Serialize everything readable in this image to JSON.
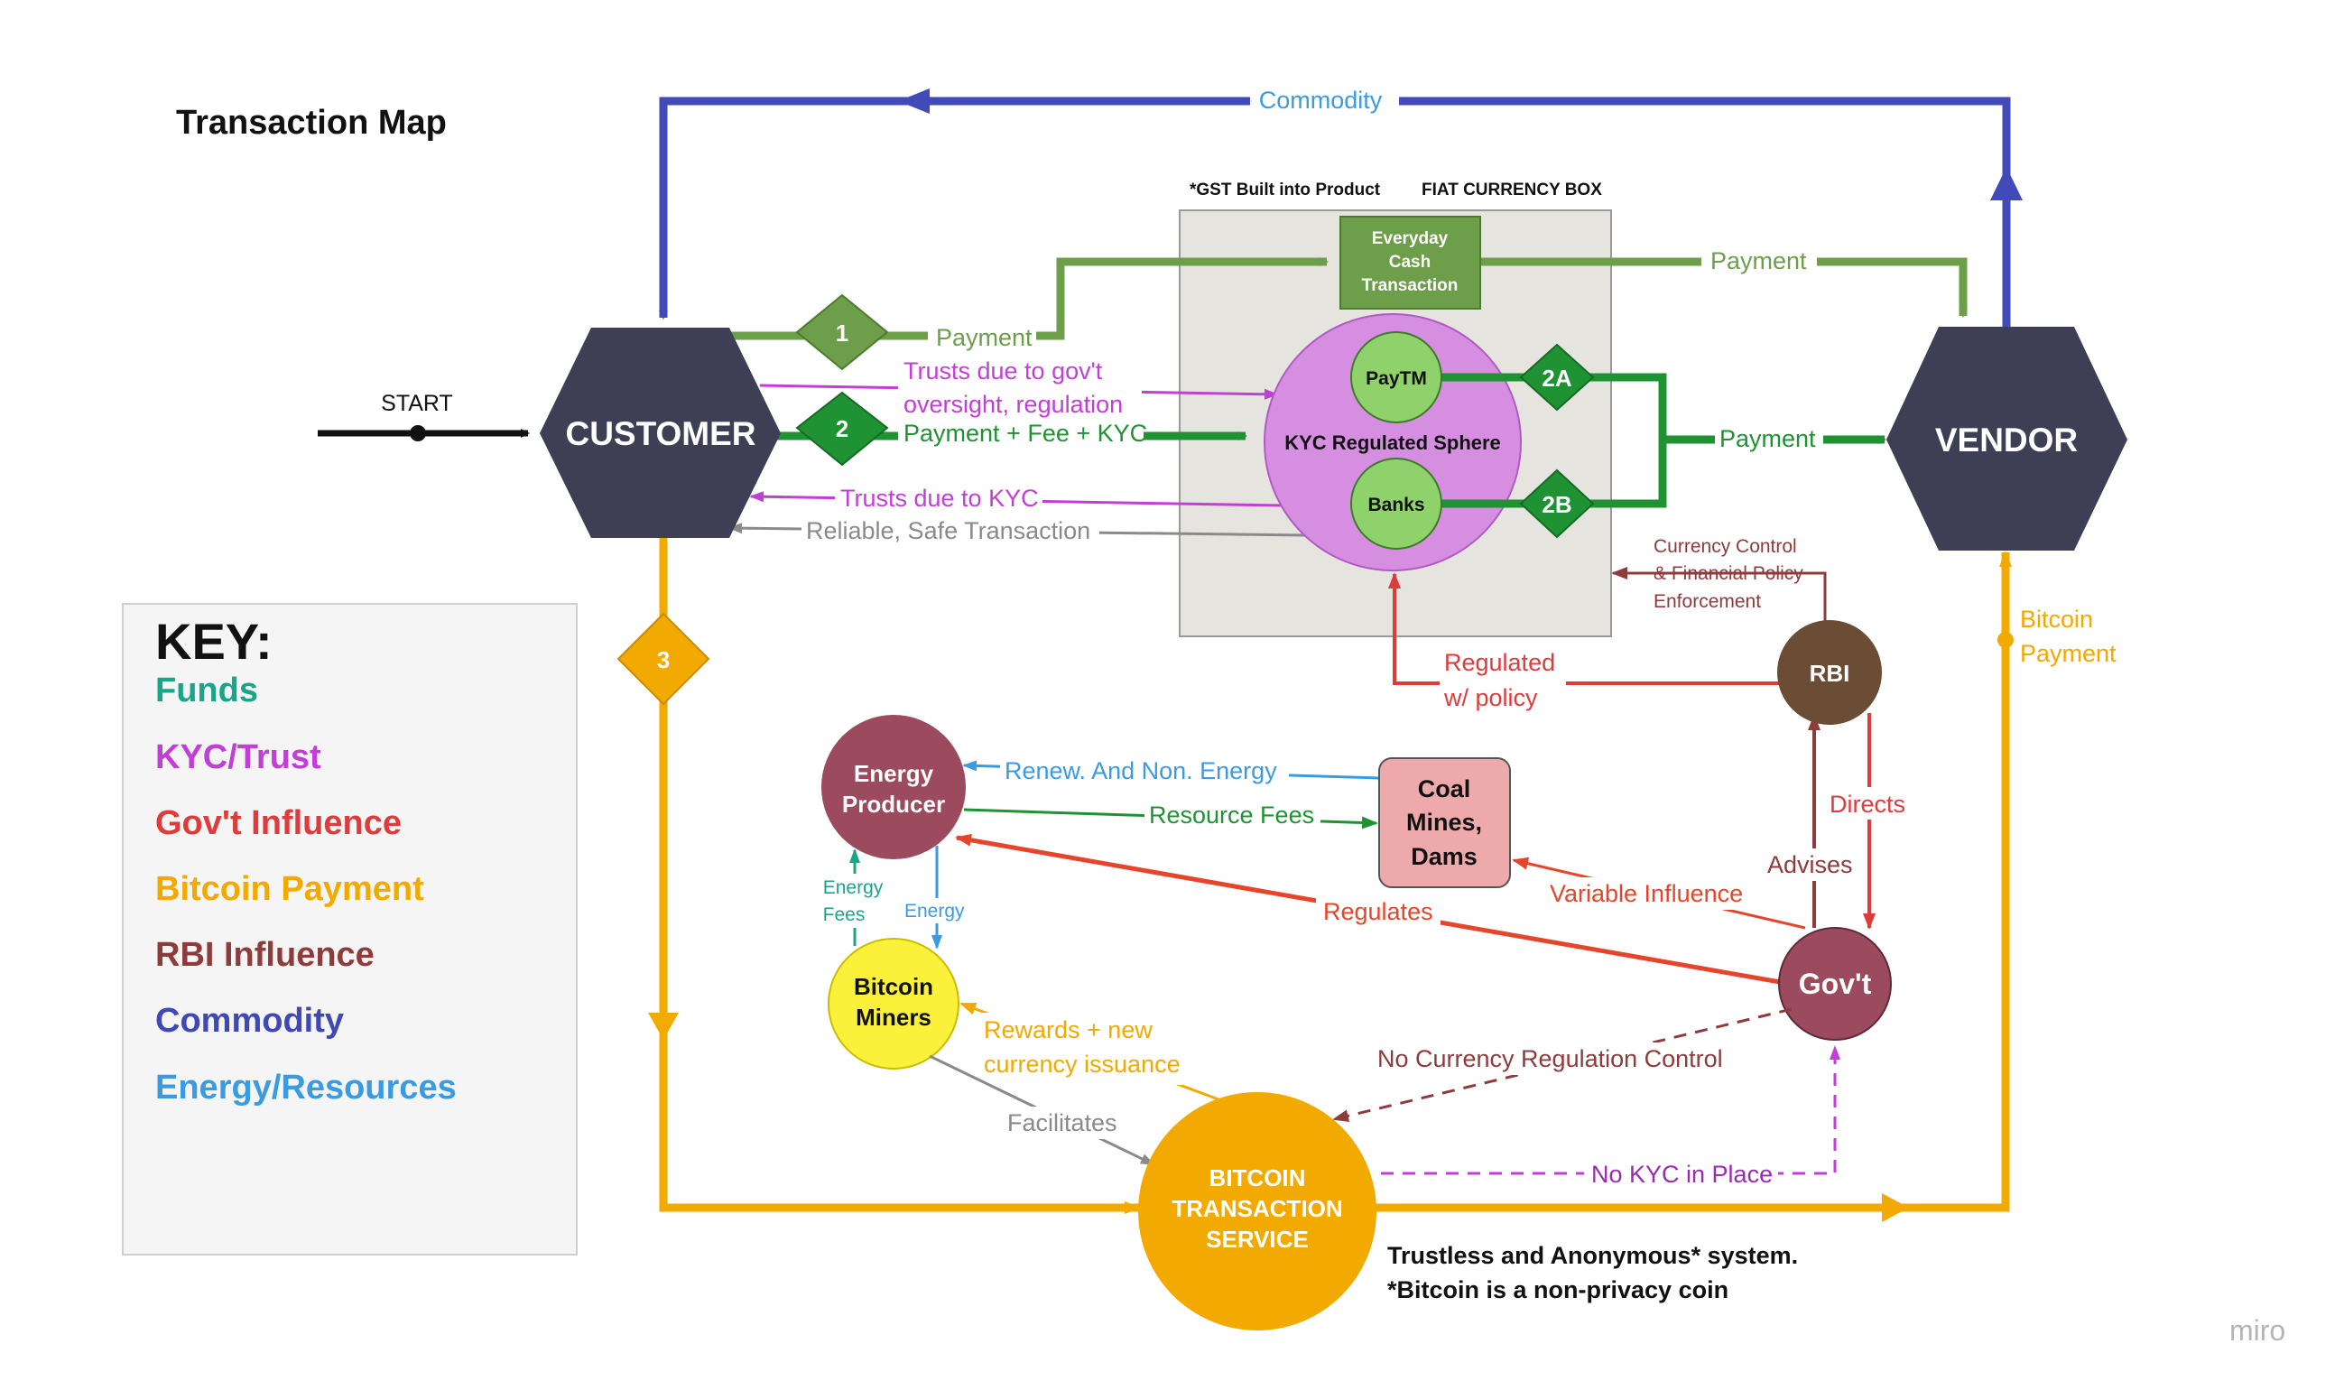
{
  "title": "Transaction Map",
  "start_label": "START",
  "gst_note": "*GST Built into Product",
  "fiat_box_label": "FIAT CURRENCY BOX",
  "nodes": {
    "customer": "CUSTOMER",
    "vendor": "VENDOR",
    "everyday_cash": [
      "Everyday",
      "Cash",
      "Transaction"
    ],
    "kyc_sphere": "KYC Regulated Sphere",
    "paytm": "PayTM",
    "banks": "Banks",
    "rbi": "RBI",
    "govt": "Gov't",
    "energy_producer": [
      "Energy",
      "Producer"
    ],
    "coal": [
      "Coal",
      "Mines,",
      "Dams"
    ],
    "bitcoin_miners": [
      "Bitcoin",
      "Miners"
    ],
    "bts": [
      "BITCOIN",
      "TRANSACTION",
      "SERVICE"
    ]
  },
  "badges": {
    "b1": "1",
    "b2": "2",
    "b2a": "2A",
    "b2b": "2B",
    "b3": "3"
  },
  "edge_labels": {
    "commodity": "Commodity",
    "payment_1": "Payment",
    "payment_cash_vendor": "Payment",
    "trusts_gov": [
      "Trusts due to gov't",
      "oversight, regulation"
    ],
    "payment_fee_kyc": "Payment + Fee + KYC",
    "trusts_kyc": "Trusts due to KYC",
    "reliable": "Reliable, Safe Transaction",
    "payment_vendor": "Payment",
    "currency_control": [
      "Currency Control",
      "& Financial Policy",
      "Enforcement"
    ],
    "regulated_policy": [
      "Regulated",
      "w/ policy"
    ],
    "bitcoin_payment": [
      "Bitcoin",
      "Payment"
    ],
    "renew_energy": "Renew. And Non. Energy",
    "resource_fees": "Resource Fees",
    "energy_fees": [
      "Energy",
      "Fees"
    ],
    "energy": "Energy",
    "directs": "Directs",
    "advises": "Advises",
    "variable_influence": "Variable Influence",
    "regulates": "Regulates",
    "rewards": [
      "Rewards + new",
      "currency issuance"
    ],
    "no_currency_reg": "No Currency Regulation Control",
    "facilitates": "Facilitates",
    "no_kyc": "No KYC in Place"
  },
  "footnote": [
    "Trustless and Anonymous* system.",
    "*Bitcoin is a non-privacy coin"
  ],
  "key": {
    "title": "KEY:",
    "items": [
      {
        "label": "Funds",
        "color": "#1aa58a"
      },
      {
        "label": "KYC/Trust",
        "color": "#c13fd6"
      },
      {
        "label": "Gov't Influence",
        "color": "#dc3c3c"
      },
      {
        "label": "Bitcoin Payment",
        "color": "#f2a900"
      },
      {
        "label": "RBI Influence",
        "color": "#8e3b3b"
      },
      {
        "label": "Commodity",
        "color": "#3f48b4"
      },
      {
        "label": "Energy/Resources",
        "color": "#3a9be0"
      }
    ]
  },
  "watermark": "miro",
  "colors": {
    "commodity": "#4249b8",
    "payment_green": "#6d9e4a",
    "dark_green": "#1f9233",
    "kyc_purple": "#c13fd6",
    "gray": "#8a8a8a",
    "gov_red": "#dc3c3c",
    "rbi_brown": "#8e3b3b",
    "bitcoin_orange": "#f2a900",
    "energy_blue": "#3a9be0",
    "hex_node": "#3e3f55"
  }
}
